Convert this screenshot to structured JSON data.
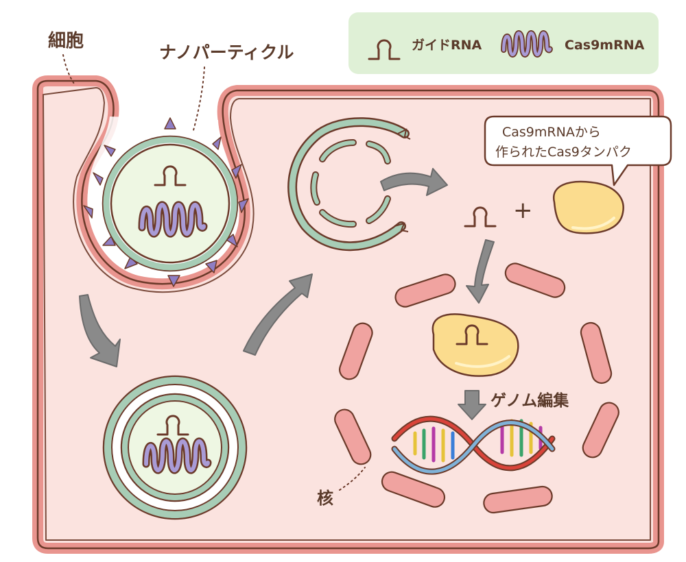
{
  "labels": {
    "cell": "細胞",
    "nanoparticle": "ナノパーティクル",
    "nucleus": "核",
    "genome_editing": "ゲノム編集",
    "plus": "+",
    "callout_line1": "Cas9mRNAから",
    "callout_line2": "作られたCas9タンパク"
  },
  "legend": {
    "guide_rna": "ガイドRNA",
    "cas9_mrna": "Cas9mRNA"
  },
  "colors": {
    "cell_fill": "#fbe3df",
    "cell_stroke": "#e9958f",
    "outline": "#6b3a2a",
    "green_ring": "#a7cdb6",
    "vesicle_fill": "#eef7e3",
    "mrna": "#a99bd6",
    "protein": "#fbdc8e",
    "legend_bg": "#dff0d6",
    "spike": "#8f7ec4",
    "arrow": "#8a8a8a",
    "nucleus": "#f0a3a0",
    "dna_red": "#d9443a",
    "dna_blue": "#7fb2d8"
  }
}
